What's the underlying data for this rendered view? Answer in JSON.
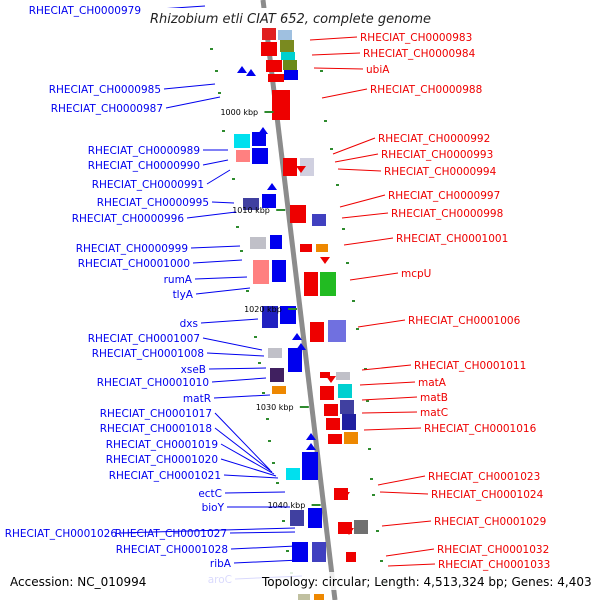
{
  "title": "Rhizobium etli CIAT 652, complete genome",
  "footer": {
    "accession": "Accession: NC_010994",
    "topology": "Topology: circular; Length: 4,513,324 bp; Genes: 4,403"
  },
  "colors": {
    "forward": "#0000ee",
    "reverse": "#ee0000",
    "backbone": "#8c8c8c",
    "tick": "#2e8b2e"
  },
  "ticks": [
    "1000 kbp",
    "1010 kbp",
    "1020 kbp",
    "1030 kbp",
    "1040 kbp"
  ],
  "left_labels": [
    "RHECIAT_CH0000979",
    "RHECIAT_CH0000985",
    "RHECIAT_CH0000987",
    "RHECIAT_CH0000989",
    "RHECIAT_CH0000990",
    "RHECIAT_CH0000991",
    "RHECIAT_CH0000995",
    "RHECIAT_CH0000996",
    "RHECIAT_CH0000999",
    "RHECIAT_CH0001000",
    "rumA",
    "tlyA",
    "dxs",
    "RHECIAT_CH0001007",
    "RHECIAT_CH0001008",
    "xseB",
    "RHECIAT_CH0001010",
    "matR",
    "RHECIAT_CH0001017",
    "RHECIAT_CH0001018",
    "RHECIAT_CH0001019",
    "RHECIAT_CH0001020",
    "RHECIAT_CH0001021",
    "ectC",
    "bioY",
    "RHECIAT_CH0001026",
    "RHECIAT_CH0001027",
    "RHECIAT_CH0001028",
    "ribA",
    "aroC"
  ],
  "right_labels": [
    "RHECIAT_CH0000983",
    "RHECIAT_CH0000984",
    "ubiA",
    "RHECIAT_CH0000988",
    "RHECIAT_CH0000992",
    "RHECIAT_CH0000993",
    "RHECIAT_CH0000994",
    "RHECIAT_CH0000997",
    "RHECIAT_CH0000998",
    "RHECIAT_CH0001001",
    "mcpU",
    "RHECIAT_CH0001006",
    "RHECIAT_CH0001011",
    "matA",
    "matB",
    "matC",
    "RHECIAT_CH0001016",
    "RHECIAT_CH0001023",
    "RHECIAT_CH0001024",
    "RHECIAT_CH0001029",
    "RHECIAT_CH0001032",
    "RHECIAT_CH0001033"
  ]
}
